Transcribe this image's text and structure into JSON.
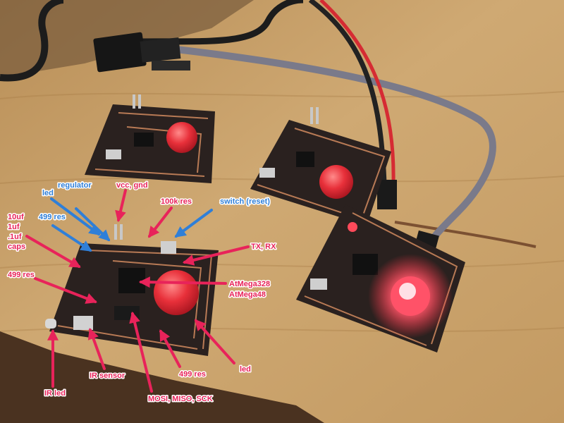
{
  "photo": {
    "colors": {
      "table": "#c9a36b",
      "pcb": "#2a211f",
      "copper": "#b87a55",
      "blue_annotation": "#2f7fd8",
      "pink_annotation": "#e8235a",
      "led_red": "#e8303a"
    }
  },
  "labels": {
    "led_top": "led",
    "regulator": "regulator",
    "vcc_gnd": "vcc, gnd",
    "res_100k": "100k res",
    "switch_reset": "switch (reset)",
    "caps_10uf": "10uf",
    "caps_1uf": "1uf",
    "caps_01uf": ".1uf",
    "caps": "caps",
    "res_499_top": "499 res",
    "res_499_left": "499 res",
    "tx_rx": "TX, RX",
    "atmega328": "AtMega328",
    "atmega48": "AtMega48",
    "ir_led": "IR led",
    "ir_sensor": "IR sensor",
    "mosi_miso_sck": "MOSI, MISO, SCK",
    "res_499_bottom": "499 res",
    "led_bottom": "led"
  }
}
